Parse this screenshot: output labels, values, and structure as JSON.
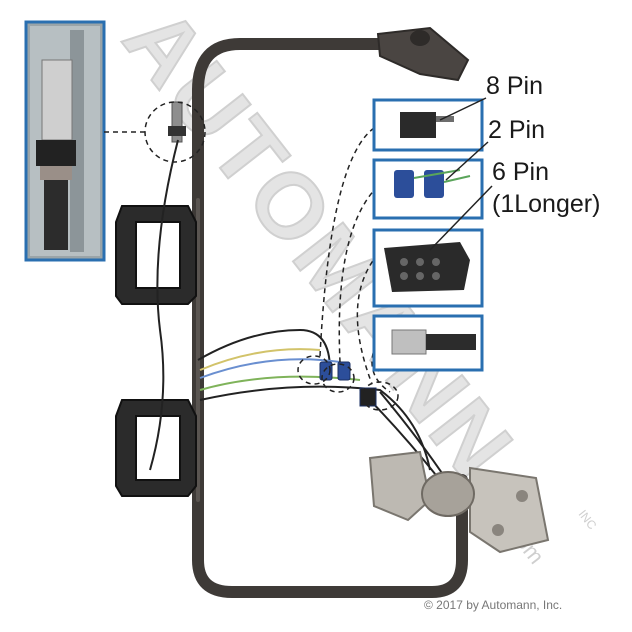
{
  "labels": {
    "pin8": "8 Pin",
    "pin2": "2 Pin",
    "pin6": "6 Pin",
    "pin6_note": "(1Longer)"
  },
  "watermark": {
    "text": "AUTOMANN",
    "suffix": "INC",
    "tld": ".com"
  },
  "copyright": "© 2017 by Automann, Inc.",
  "colors": {
    "frame_blue": "#2a6fb0",
    "tube": "#3e3a37",
    "watermark": "#d6d6d6"
  },
  "icons": [
    "mirror-arm-icon",
    "connector-8pin-icon",
    "connector-2pin-icon",
    "connector-6pin-icon",
    "coax-connector-icon",
    "mounting-bracket-icon"
  ]
}
